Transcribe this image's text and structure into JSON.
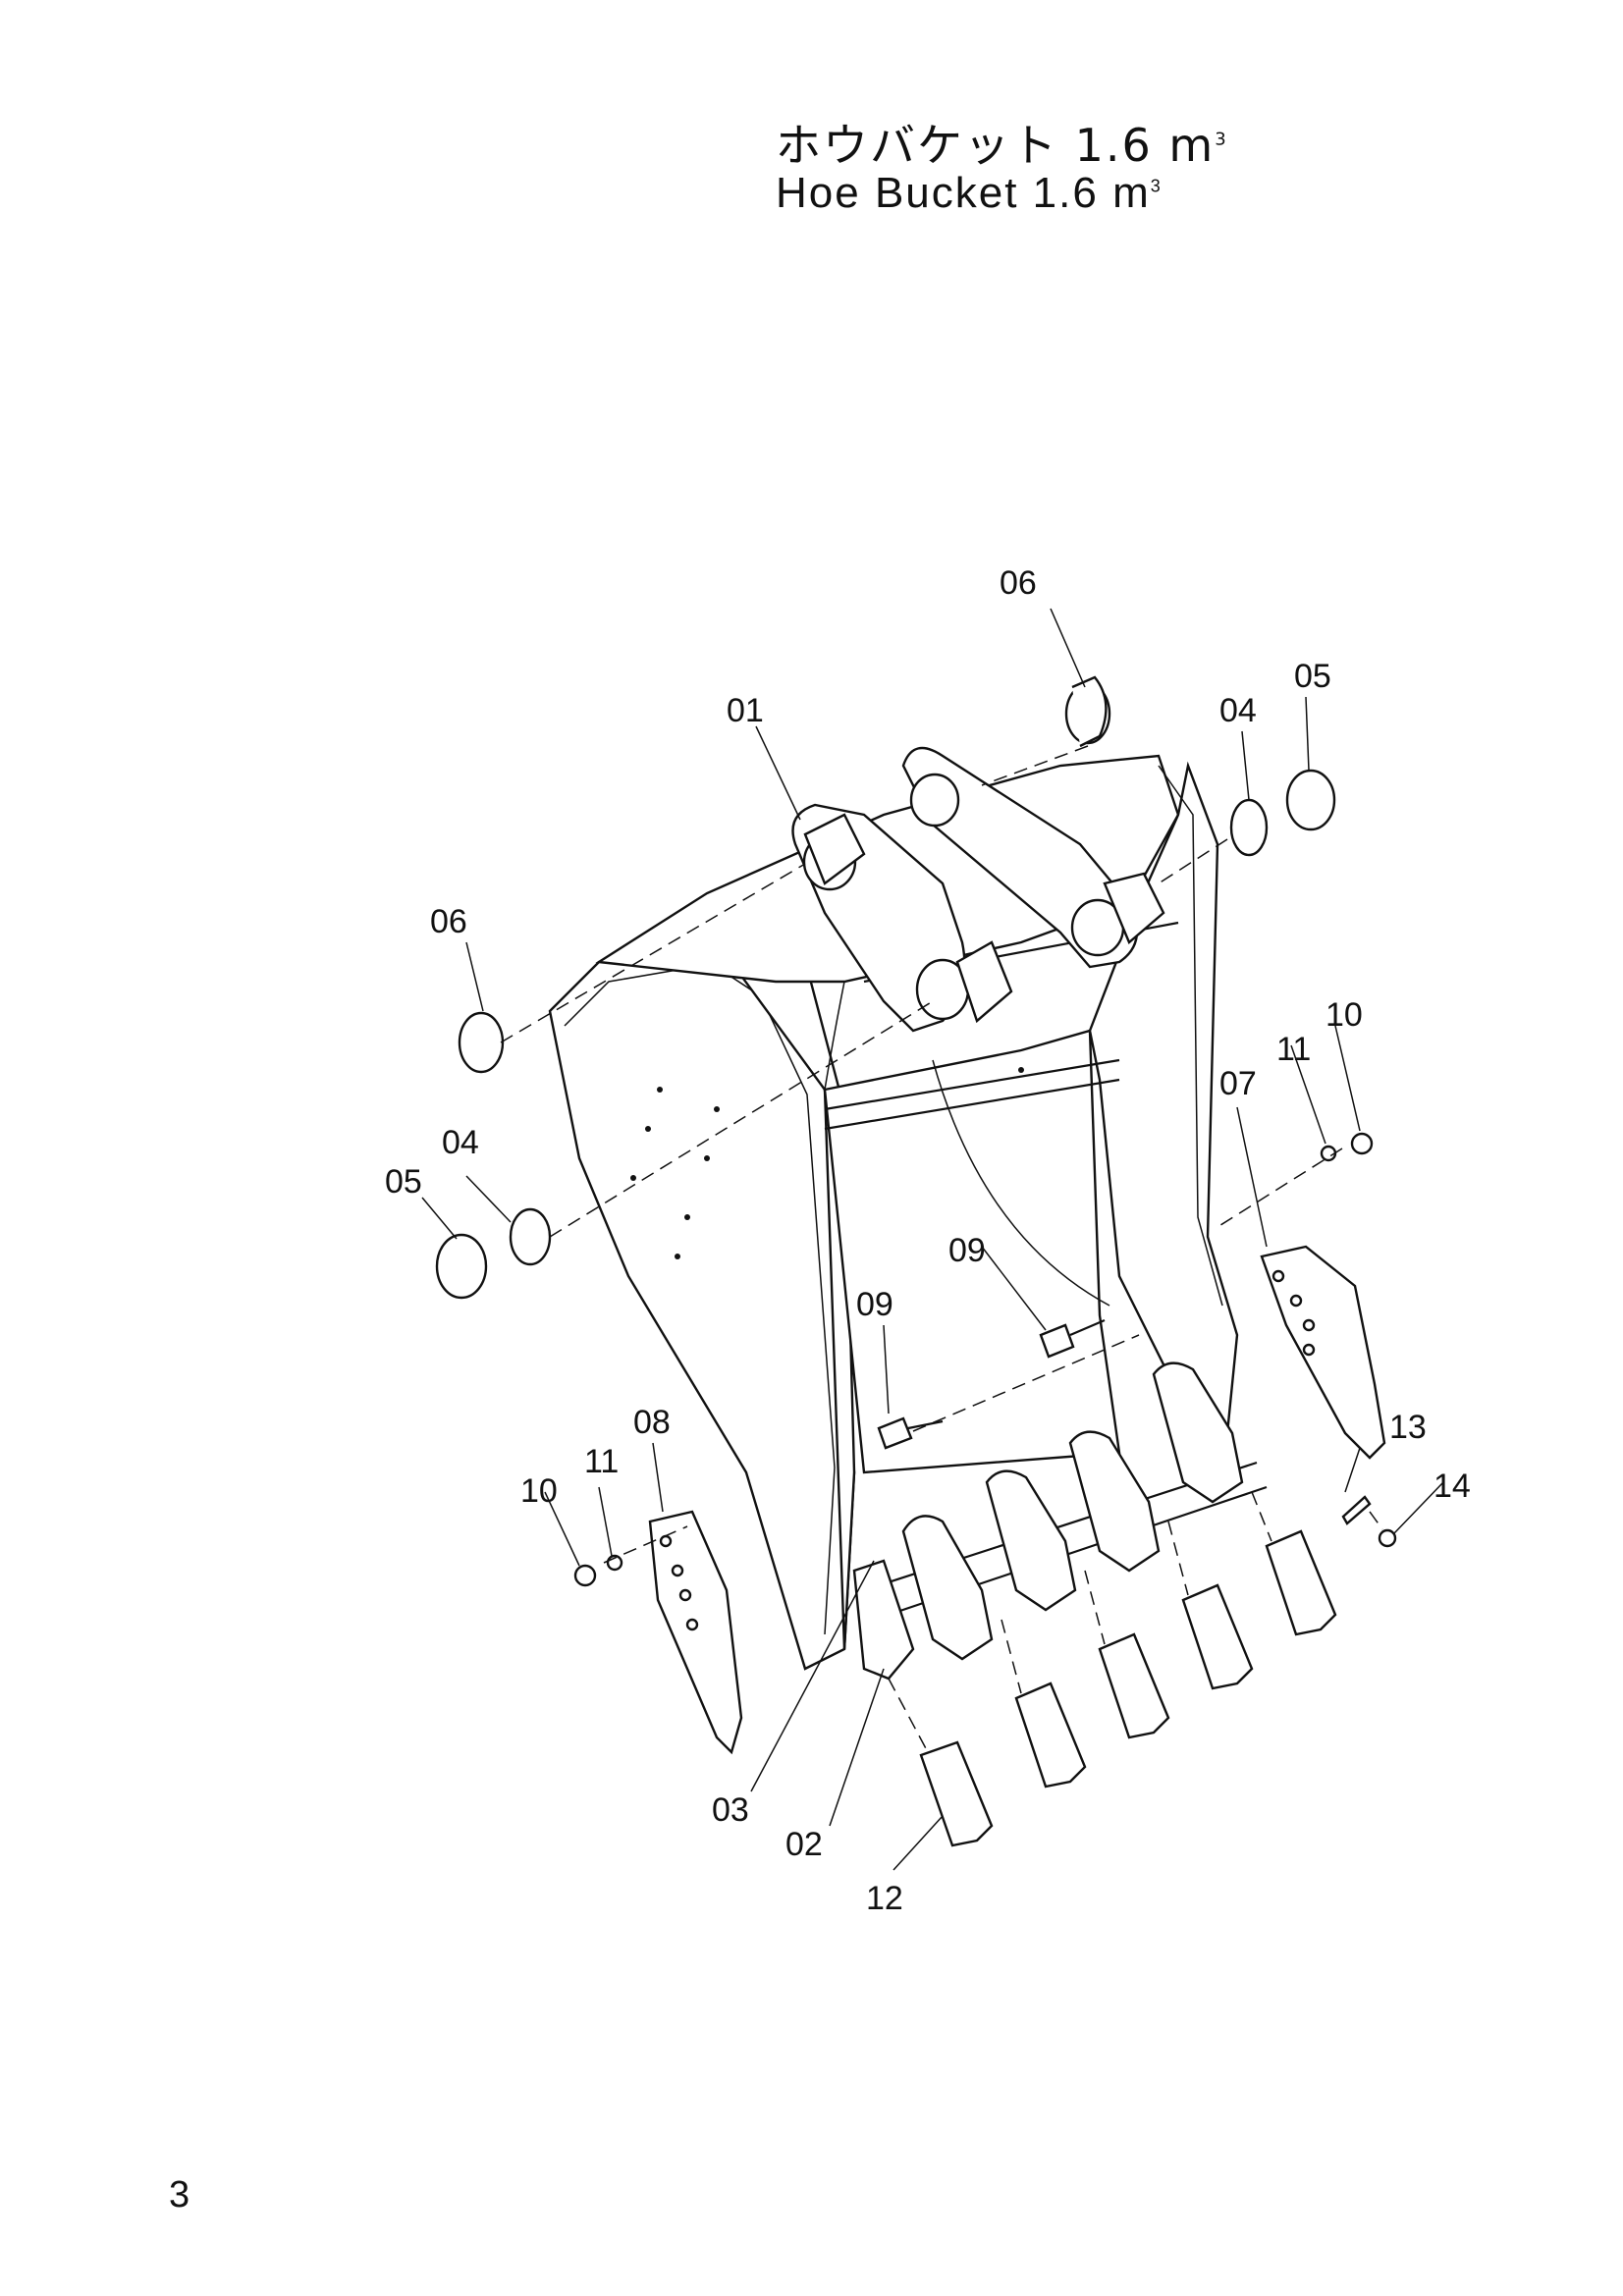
{
  "title": {
    "japanese": "ホウバケット 1.6",
    "english": "Hoe Bucket 1.6",
    "unit": "m",
    "unit_exponent": "3"
  },
  "callouts": [
    "01",
    "02",
    "03",
    "04",
    "04",
    "05",
    "05",
    "06",
    "06",
    "07",
    "08",
    "09",
    "09",
    "10",
    "10",
    "11",
    "11",
    "12",
    "13",
    "14"
  ],
  "page_number": "3"
}
